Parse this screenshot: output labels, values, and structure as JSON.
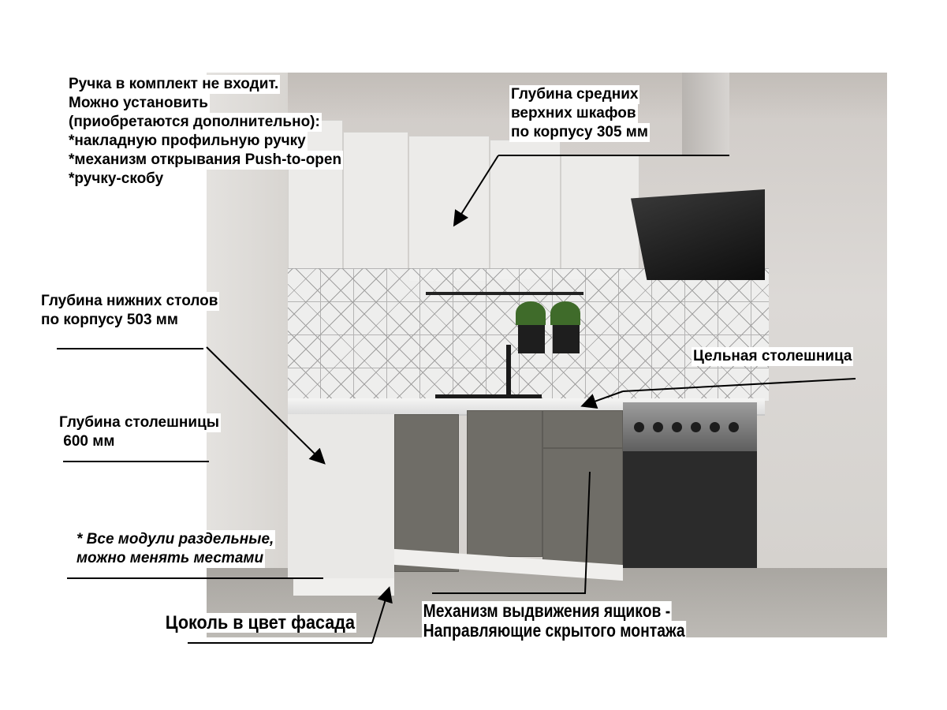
{
  "annotations": {
    "handle_note": [
      "Ручка в комплект не входит.",
      "Можно установить",
      "(приобретаются дополнительно):",
      "*накладную профильную ручку",
      "*механизм открывания Push-to-open",
      "*ручку-скобу"
    ],
    "upper_depth": [
      "Глубина средних",
      "верхних шкафов",
      "по корпусу 305 мм"
    ],
    "lower_depth": [
      "Глубина нижних столов",
      "по корпусу 503 мм"
    ],
    "countertop_depth": [
      "Глубина столешницы",
      " 600 мм"
    ],
    "modules_note": [
      "* Все модули раздельные,",
      "можно менять местами"
    ],
    "plinth": "Цоколь в цвет фасада",
    "drawer_mechanism": [
      "Механизм выдвижения ящиков -",
      "Направляющие скрытого монтажа"
    ],
    "solid_countertop": "Цельная столешница"
  },
  "colors": {
    "facade_grey": "#6f6d67",
    "body_white": "#ecebe9"
  }
}
